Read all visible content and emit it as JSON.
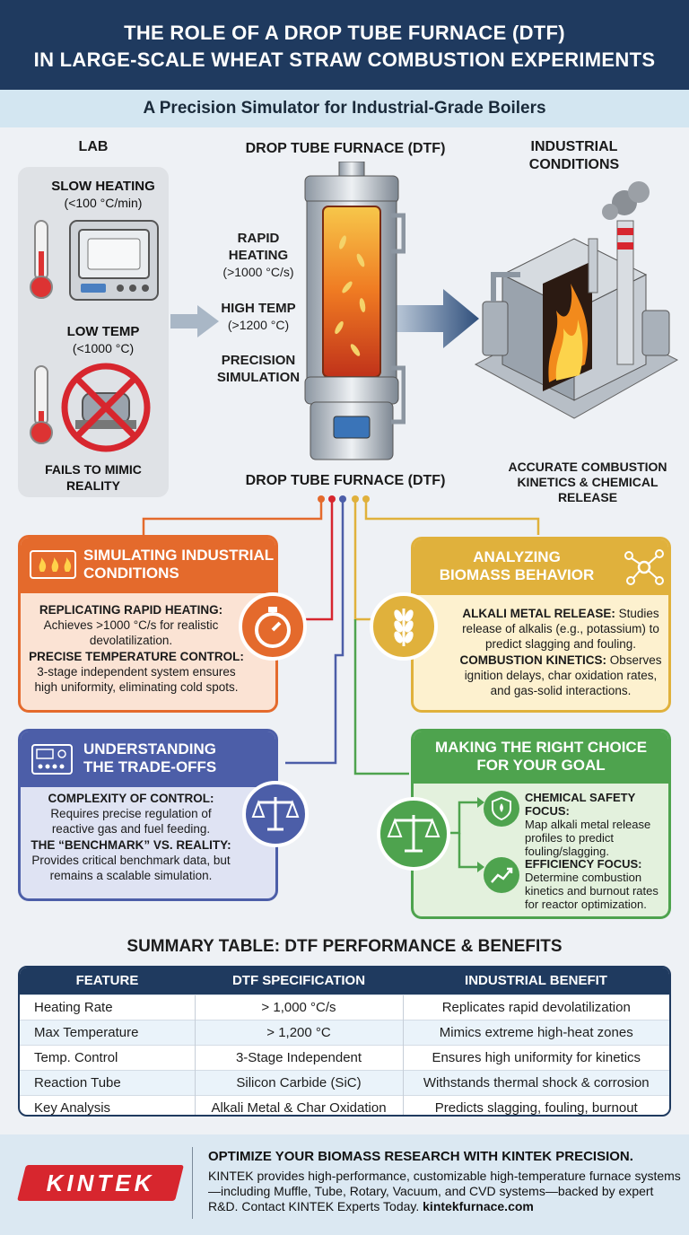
{
  "header": {
    "title_line1": "THE ROLE OF A DROP TUBE FURNACE (DTF)",
    "title_line2": "IN LARGE-SCALE WHEAT STRAW COMBUSTION EXPERIMENTS",
    "subtitle": "A Precision Simulator for Industrial-Grade Boilers"
  },
  "lab": {
    "title": "LAB",
    "slow_heating": "SLOW HEATING",
    "slow_heating_value": "(<100 °C/min)",
    "low_temp": "LOW TEMP",
    "low_temp_value": "(<1000 °C)",
    "fails_line1": "FAILS TO MIMIC",
    "fails_line2": "REALITY"
  },
  "dtf": {
    "title": "DROP TUBE FURNACE (DTF)",
    "rapid_line1": "RAPID",
    "rapid_line2": "HEATING",
    "rapid_value": "(>1000 °C/s)",
    "high_temp": "HIGH TEMP",
    "high_temp_value": "(>1200 °C)",
    "precision_line1": "PRECISION",
    "precision_line2": "SIMULATION",
    "caption": "DROP TUBE FURNACE (DTF)"
  },
  "industrial": {
    "title_line1": "INDUSTRIAL",
    "title_line2": "CONDITIONS",
    "caption_line1": "ACCURATE COMBUSTION",
    "caption_line2": "KINETICS & CHEMICAL RELEASE"
  },
  "cards": {
    "simulating": {
      "title_line1": "SIMULATING INDUSTRIAL",
      "title_line2": "CONDITIONS",
      "p1_bold": "REPLICATING RAPID HEATING:",
      "p1_text": "Achieves >1000 °C/s for realistic devolatilization.",
      "p2_bold": "PRECISE TEMPERATURE CONTROL:",
      "p2_text": "3-stage independent system ensures high uniformity, eliminating cold spots."
    },
    "analyzing": {
      "title_line1": "ANALYZING",
      "title_line2": "BIOMASS BEHAVIOR",
      "p1_bold": "ALKALI METAL RELEASE:",
      "p1_text": "Studies release of alkalis (e.g., potassium) to predict slagging and fouling.",
      "p2_bold": "COMBUSTION KINETICS:",
      "p2_text": "Observes ignition delays, char oxidation rates, and gas-solid interactions."
    },
    "tradeoffs": {
      "title_line1": "UNDERSTANDING",
      "title_line2": "THE TRADE-OFFS",
      "p1_bold": "COMPLEXITY OF CONTROL:",
      "p1_text": "Requires precise regulation of reactive gas and fuel feeding.",
      "p2_bold": "THE “BENCHMARK” VS. REALITY:",
      "p2_text": "Provides critical benchmark data, but remains a scalable simulation."
    },
    "choice": {
      "title_line1": "MAKING THE RIGHT CHOICE",
      "title_line2": "FOR YOUR GOAL",
      "p1_bold": "CHEMICAL SAFETY FOCUS:",
      "p1_text": "Map alkali metal release profiles to predict fouling/slagging.",
      "p2_bold": "EFFICIENCY FOCUS:",
      "p2_text": "Determine combustion kinetics and burnout rates for reactor optimization."
    }
  },
  "summary": {
    "title": "SUMMARY TABLE: DTF PERFORMANCE & BENEFITS",
    "headers": [
      "FEATURE",
      "DTF SPECIFICATION",
      "INDUSTRIAL BENEFIT"
    ],
    "rows": [
      [
        "Heating Rate",
        "> 1,000 °C/s",
        "Replicates rapid devolatilization"
      ],
      [
        "Max Temperature",
        "> 1,200 °C",
        "Mimics extreme high-heat zones"
      ],
      [
        "Temp. Control",
        "3-Stage Independent",
        "Ensures high uniformity for kinetics"
      ],
      [
        "Reaction Tube",
        "Silicon Carbide (SiC)",
        "Withstands thermal shock & corrosion"
      ],
      [
        "Key Analysis",
        "Alkali Metal & Char Oxidation",
        "Predicts slagging, fouling, burnout"
      ]
    ]
  },
  "footer": {
    "logo": "KINTEK",
    "headline": "OPTIMIZE YOUR BIOMASS RESEARCH WITH KINTEK PRECISION.",
    "body": "KINTEK provides high-performance, customizable high-temperature furnace systems—including Muffle, Tube, Rotary, Vacuum, and CVD systems—backed by expert R&D. Contact KINTEK Experts Today.",
    "url": "kintekfurnace.com"
  },
  "colors": {
    "navy": "#1f3a5f",
    "orange": "#e46a2c",
    "yellow": "#e0b13c",
    "blue": "#4c5ea8",
    "green": "#4ea34e",
    "red": "#d7262e"
  }
}
